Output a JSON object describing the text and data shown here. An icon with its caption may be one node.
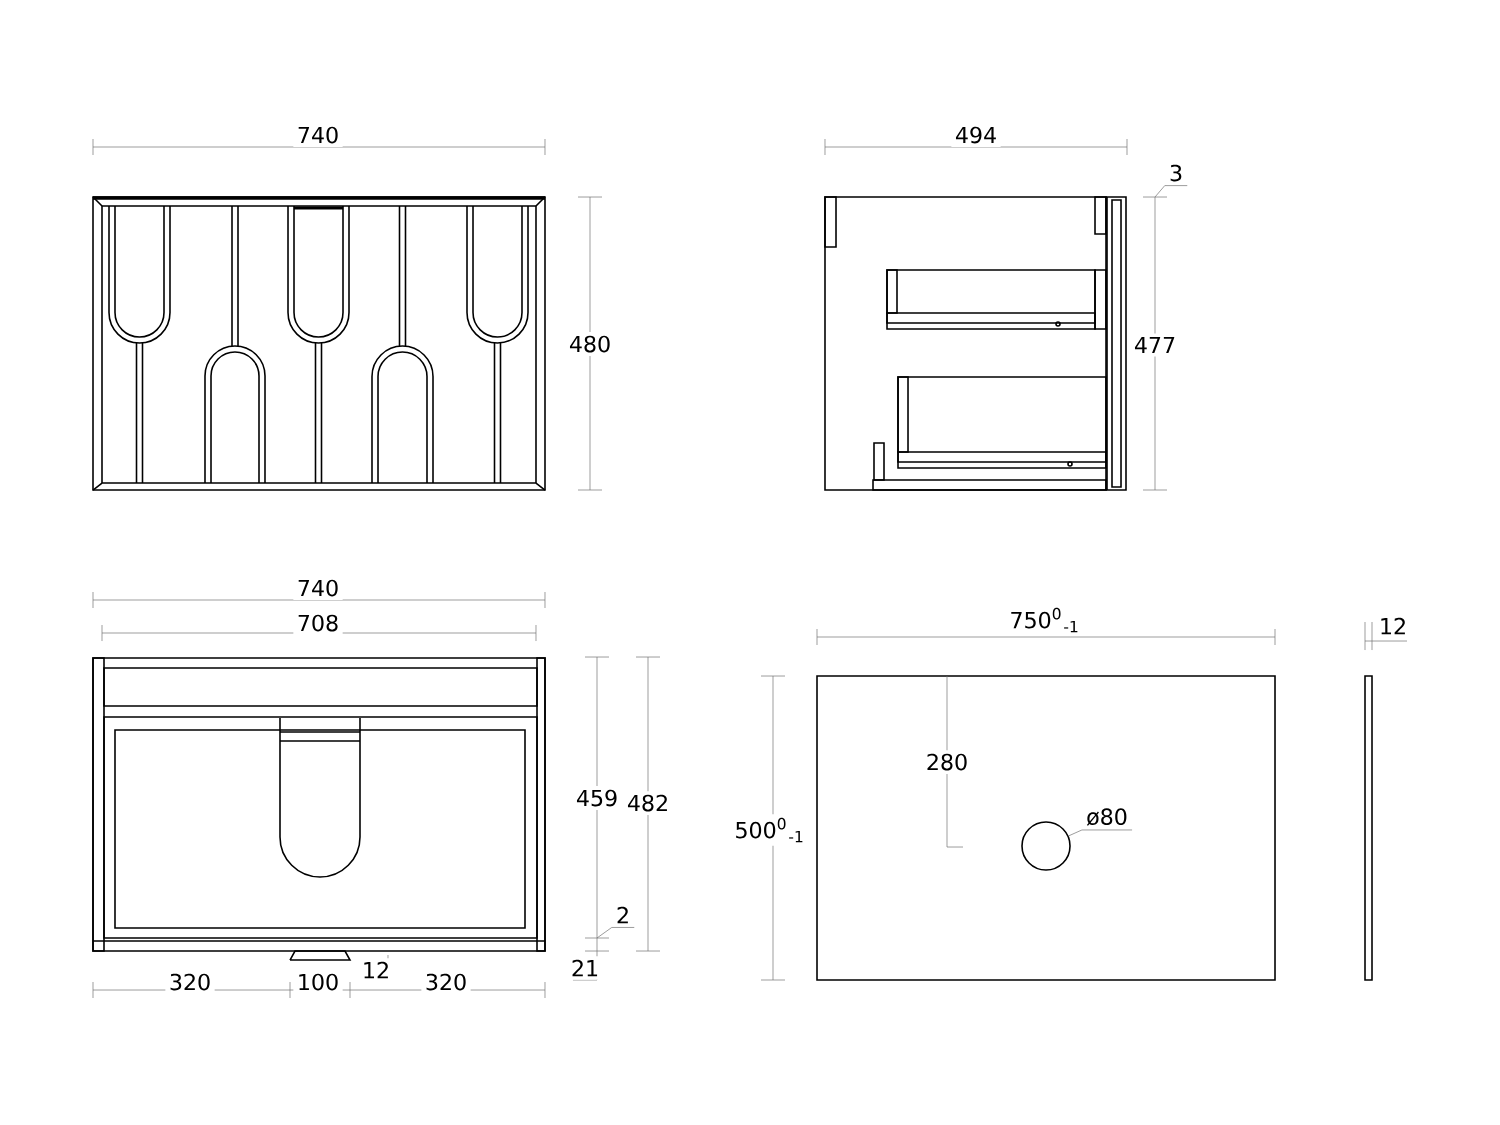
{
  "diagram": {
    "nodes": [
      {
        "text": [
          "ø80"
        ]
      },
      {
        "text": [],
        "shape": "circle"
      },
      {
        "text": [
          "3"
        ]
      },
      {
        "text": [
          "2"
        ]
      }
    ],
    "edges": [
      {
        "from": 0,
        "to": 1,
        "arrow": "none"
      },
      {
        "from": 2,
        "to": null,
        "arrow": "none"
      },
      {
        "from": 3,
        "to": null,
        "arrow": "none"
      }
    ],
    "labels": [
      "740",
      "494",
      "480",
      "477",
      "740",
      "708",
      "750$^{0}$$_{-1}$",
      "12",
      "280",
      "459",
      "482",
      "500$^{0}$$_{-1}$",
      "320",
      "100",
      "12",
      "320",
      "21"
    ]
  }
}
